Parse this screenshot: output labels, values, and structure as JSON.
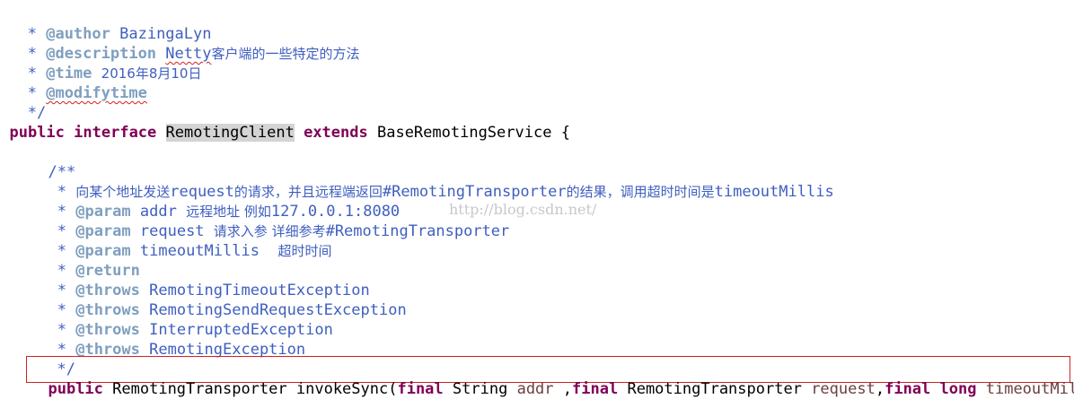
{
  "header_comment": {
    "star": " *",
    "author_tag": "@author",
    "author_value": "BazingaLyn",
    "description_tag": "@description",
    "description_word": "Netty",
    "description_cn": "客户端的一些特定的方法",
    "time_tag": "@time",
    "time_value": "2016年8月10日",
    "modifytime_tag": "@modifytime",
    "end": " */"
  },
  "interface_decl": {
    "public_kw": "public",
    "interface_kw": "interface",
    "name": "RemotingClient",
    "extends_kw": "extends",
    "base": "BaseRemotingService",
    "brace": "{"
  },
  "method_doc": {
    "open": "/**",
    "summary_star": " *",
    "summary_1": "向某个地址发送",
    "summary_2": "request",
    "summary_3": "的请求，并且远程端返回",
    "summary_4": "#RemotingTransporter",
    "summary_5": "的结果，调用超时时间是",
    "summary_6": "timeoutMillis",
    "param_tag": "@param",
    "param1_name": "addr",
    "param1_desc_cn": "远程地址 例如",
    "param1_desc_val": "127.0.0.1:8080",
    "param2_name": "request",
    "param2_desc_cn": "请求入参 详细参考",
    "param2_desc_ref": "#RemotingTransporter",
    "param3_name": "timeoutMillis",
    "param3_desc_cn": "超时时间",
    "return_tag": "@return",
    "throws_tag": "@throws",
    "throws": [
      "RemotingTimeoutException",
      "RemotingSendRequestException",
      "InterruptedException",
      "RemotingException"
    ],
    "close": "*/"
  },
  "watermark": "http://blog.csdn.net/",
  "signature": {
    "public_kw": "public",
    "ret_type": "RemotingTransporter",
    "method": "invokeSync(",
    "final_kw": "final",
    "string_type": "String",
    "addr": "addr",
    "comma_final": ",",
    "rt_type": "RemotingTransporter",
    "request": "request",
    "long_kw": "long",
    "timeout": "timeoutMillis",
    "close_paren": ")"
  }
}
